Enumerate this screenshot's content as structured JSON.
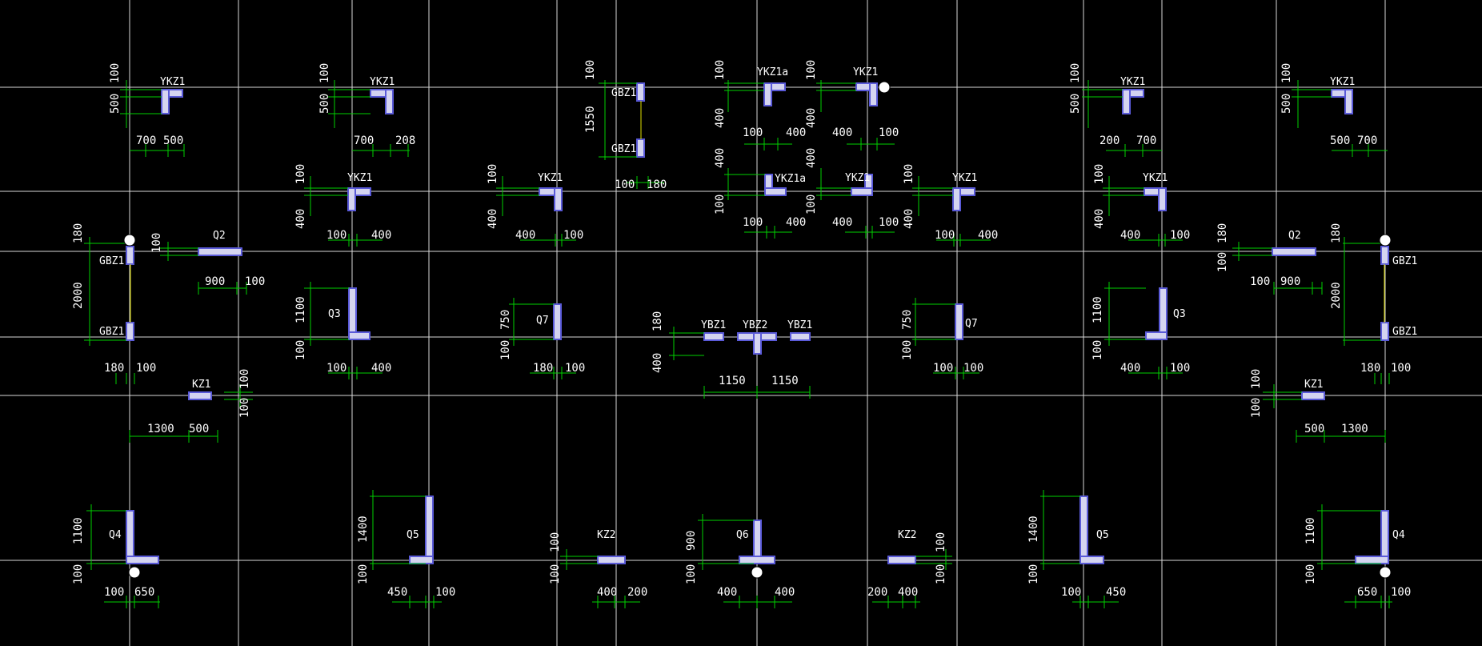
{
  "colors": {
    "background": "#000000",
    "grid": "#d8d8d8",
    "dimension": "#00d000",
    "column_fill": "#d4d4f0",
    "column_edge": "#5a5ad8",
    "text": "#ffffff"
  },
  "labels": {
    "ykz1": "YKZ1",
    "ykz1a": "YKZ1a",
    "gbz1": "GBZ1",
    "q2": "Q2",
    "q3": "Q3",
    "q7": "Q7",
    "kz1": "KZ1",
    "kz2": "KZ2",
    "q4": "Q4",
    "q5": "Q5",
    "q6": "Q6",
    "ybz1": "YBZ1",
    "ybz2": "YBZ2"
  },
  "dims": {
    "d100": "100",
    "d180": "180",
    "d200": "200",
    "d208": "208",
    "d400": "400",
    "d450": "450",
    "d500": "500",
    "d650": "650",
    "d700": "700",
    "d750": "750",
    "d900": "900",
    "d1100": "1100",
    "d1150": "1150",
    "d1300": "1300",
    "d1400": "1400",
    "d1550": "1550",
    "d2000": "2000"
  }
}
